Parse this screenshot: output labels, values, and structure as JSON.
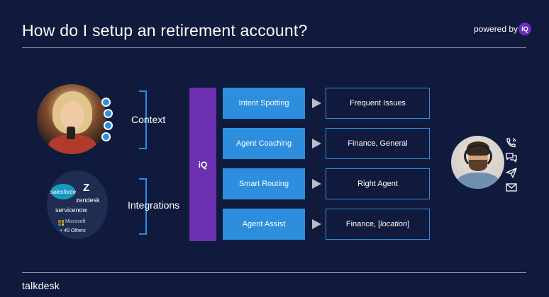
{
  "header": {
    "title": "How do I setup an retirement account?",
    "powered_by": "powered by",
    "badge": "iQ"
  },
  "inputs": {
    "context_label": "Context",
    "integrations_label": "Integrations",
    "logos": {
      "salesforce": "salesforce",
      "zendesk_mark": "Z",
      "zendesk": "zendesk",
      "servicenow": "servicenow",
      "microsoft": "Microsoft",
      "others": "+ 40 Others"
    }
  },
  "engine": {
    "label": "iQ"
  },
  "capabilities": [
    {
      "label": "Intent Spotting",
      "result": "Frequent Issues"
    },
    {
      "label": "Agent Coaching",
      "result": "Finance, General"
    },
    {
      "label": "Smart Routing",
      "result": "Right Agent"
    },
    {
      "label": "Agent Assist",
      "result_prefix": "Finance, [",
      "result_italic": "location",
      "result_suffix": "]"
    }
  ],
  "channels": [
    "phone-icon",
    "chat-icon",
    "send-icon",
    "mail-icon"
  ],
  "footer": {
    "brand": "talkdesk"
  },
  "colors": {
    "background": "#101a3c",
    "accent_blue": "#2e8ede",
    "iq_purple": "#6b2fb0",
    "arrow": "#b8bcc8"
  }
}
